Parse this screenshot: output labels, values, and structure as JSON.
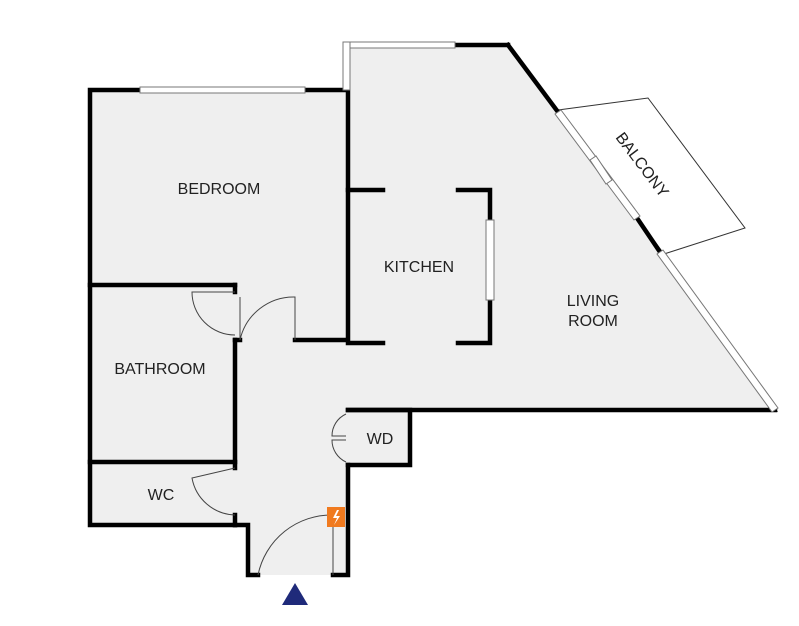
{
  "rooms": {
    "bedroom": "BEDROOM",
    "kitchen": "KITCHEN",
    "living_line1": "LIVING",
    "living_line2": "ROOM",
    "balcony": "BALCONY",
    "bathroom": "BATHROOM",
    "wc": "WC",
    "wd": "WD"
  },
  "icons": {
    "entrance": "entrance-triangle-icon",
    "electric": "electric-panel-icon"
  },
  "colors": {
    "floor": "#efefef",
    "wall": "#000000",
    "entrance": "#1f2a7a",
    "electric": "#f07a1f"
  }
}
